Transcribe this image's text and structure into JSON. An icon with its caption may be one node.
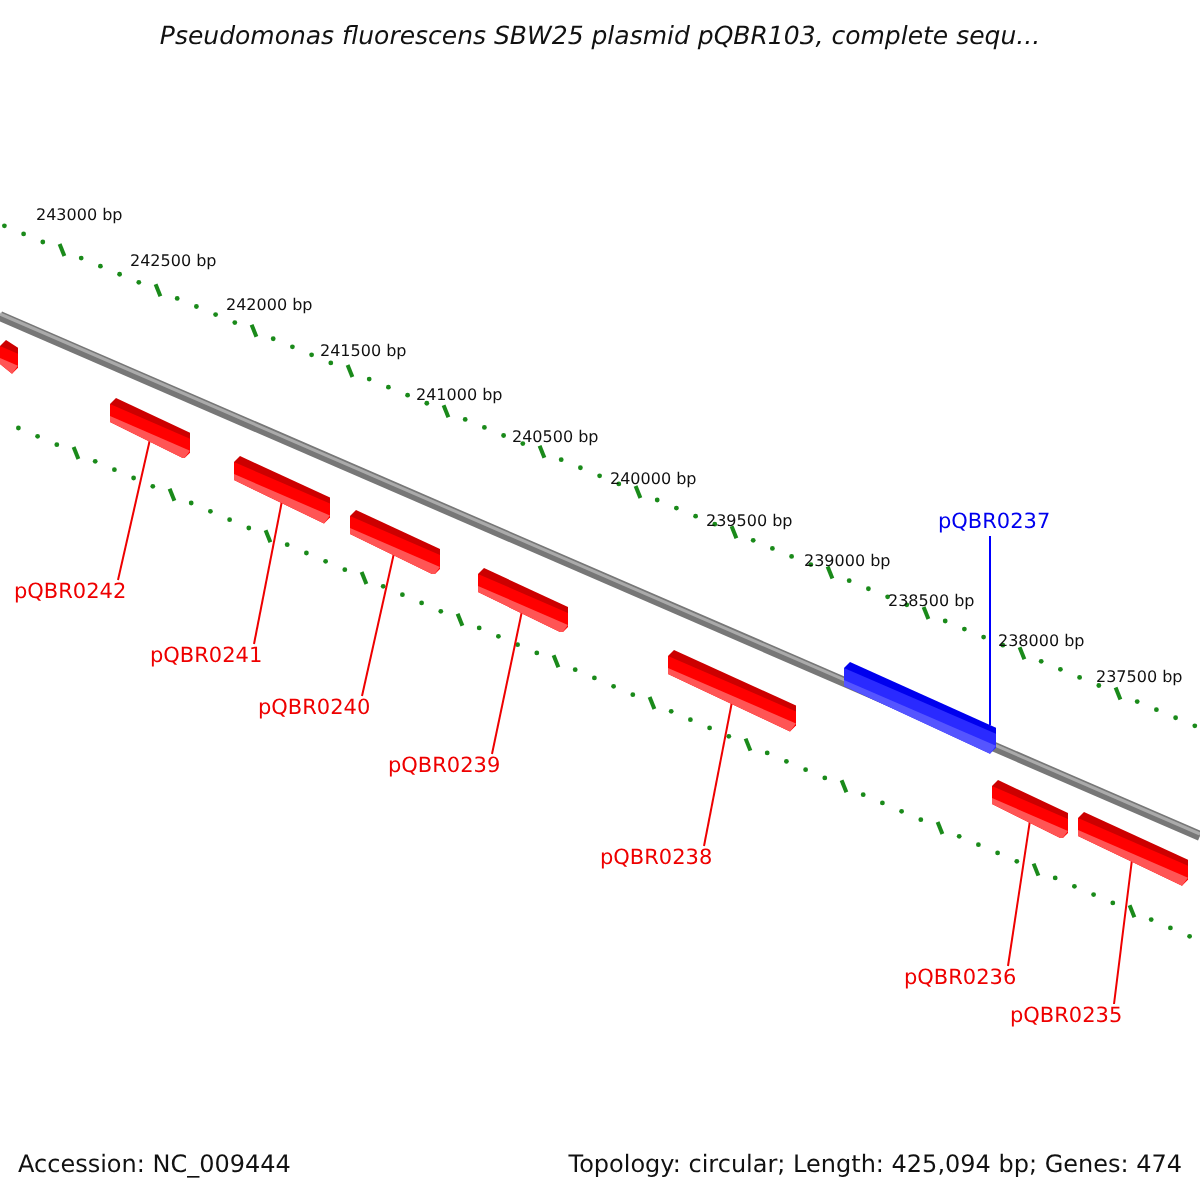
{
  "diagram": {
    "title": "Pseudomonas fluorescens SBW25 plasmid pQBR103, complete sequ...",
    "nodes": [
      {
        "text": [],
        "shape": "bar"
      },
      {
        "text": [],
        "shape": "bar"
      },
      {
        "text": [],
        "shape": "bar"
      },
      {
        "text": [],
        "shape": "bar"
      },
      {
        "text": [],
        "shape": "bar"
      },
      {
        "text": [],
        "shape": "bar"
      },
      {
        "text": [],
        "shape": "bar"
      },
      {
        "text": [],
        "shape": "bar"
      },
      {
        "text": [],
        "shape": "bar"
      },
      {
        "text": [
          "pQBR0237"
        ]
      },
      {
        "text": [
          "pQBR0242"
        ]
      },
      {
        "text": [
          "pQBR0241"
        ]
      },
      {
        "text": [
          "pQBR0240"
        ]
      },
      {
        "text": [
          "pQBR0239"
        ]
      },
      {
        "text": [
          "pQBR0238"
        ]
      },
      {
        "text": [
          "pQBR0236"
        ]
      },
      {
        "text": [
          "pQBR0235"
        ]
      }
    ],
    "edges": [
      {
        "from": 9,
        "to": 6,
        "arrow": "none",
        "color": "#0000ff"
      },
      {
        "from": 10,
        "to": 1,
        "arrow": "none"
      },
      {
        "from": 11,
        "to": 2,
        "arrow": "none"
      },
      {
        "from": 12,
        "to": 3,
        "arrow": "none"
      },
      {
        "from": 13,
        "to": 4,
        "arrow": "none"
      },
      {
        "from": 14,
        "to": 5,
        "arrow": "none"
      },
      {
        "from": 15,
        "to": 7,
        "arrow": "none"
      },
      {
        "from": 16,
        "to": 8,
        "arrow": "none"
      }
    ],
    "labels": [
      "243000 bp",
      "242500 bp",
      "242000 bp",
      "241500 bp",
      "241000 bp",
      "240500 bp",
      "240000 bp",
      "239500 bp",
      "239000 bp",
      "238500 bp",
      "238000 bp",
      "237500 bp",
      "Accession: NC_009444",
      "Topology: circular; Length: 425,094 bp; Genes: 474"
    ]
  }
}
